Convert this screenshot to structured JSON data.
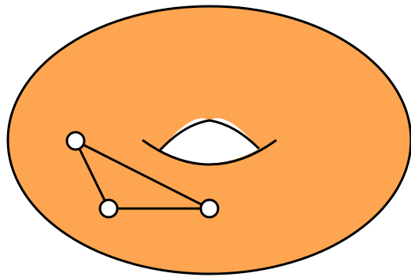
{
  "diagram": {
    "surface": {
      "shape": "torus",
      "fill_color": "#FDA550",
      "outline_color": "#000000",
      "hole_color": "#FFFFFF"
    },
    "graph": {
      "vertex_fill_color": "#FFFFFF",
      "edge_color": "#000000",
      "vertices": [
        {
          "id": "v1"
        },
        {
          "id": "v2"
        },
        {
          "id": "v3"
        }
      ],
      "edges": [
        {
          "from": "v1",
          "to": "v2"
        },
        {
          "from": "v1",
          "to": "v3"
        },
        {
          "from": "v2",
          "to": "v3"
        }
      ]
    }
  }
}
